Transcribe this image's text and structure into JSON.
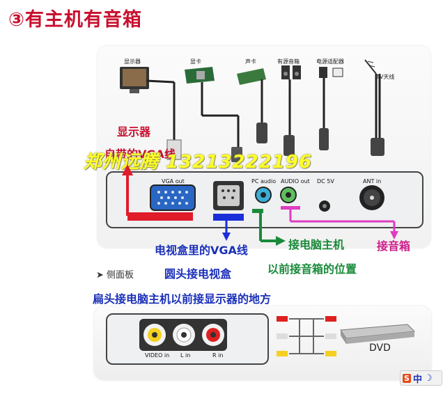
{
  "title": "③有主机有音箱",
  "components": {
    "monitor": "显示器",
    "graphics_card": "显卡",
    "sound_card": "声卡",
    "speakers": "有源音箱",
    "power_adapter": "电源适配器",
    "tv_antenna": "TV天线"
  },
  "ports_top": {
    "vga_out": "VGA out",
    "pc_audio": "PC audio",
    "audio_out": "AUDIO out",
    "dc": "DC 5V",
    "ant_in": "ANT in"
  },
  "ports_bottom": {
    "video_in": "VIDEO in",
    "l_in": "L in",
    "r_in": "R in"
  },
  "annotations": {
    "monitor_red": "显示器",
    "vga_cable_red": "自带的VGA线",
    "tv_box_vga": "电视盒里的VGA线",
    "round_to_tv": "圆头接电视盒",
    "connect_pc": "接电脑主机",
    "connect_speaker": "接音箱",
    "old_speaker_pos": "以前接音箱的位置",
    "side_panel": "侧面板",
    "flat_head": "扁头接电脑主机以前接显示器的地方"
  },
  "watermark": "郑州远腾 13213222196",
  "dvd_label": "DVD",
  "ime": {
    "logo": "S",
    "lang": "中"
  },
  "colors": {
    "title": "#c8102e",
    "red": "#c8102e",
    "blue": "#1a2fb8",
    "green": "#1a8a3a",
    "pink": "#d01e8c",
    "watermark": "#ffff2a"
  }
}
